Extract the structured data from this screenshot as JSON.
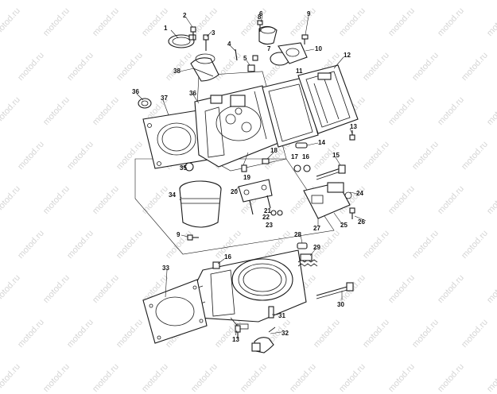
{
  "watermark": {
    "text": "motod.ru",
    "color": "#d6d6d6"
  },
  "callouts": {
    "c1": "1",
    "c2": "2",
    "c3": "3",
    "c4": "4",
    "c5": "5",
    "c6": "6",
    "c7": "7",
    "c8": "8",
    "c9": "9",
    "c10": "10",
    "c11": "11",
    "c12": "12",
    "c13a": "13",
    "c13b": "13",
    "c14": "14",
    "c15": "15",
    "c16": "16",
    "c17": "17",
    "c18": "18",
    "c19": "19",
    "c20": "20",
    "c21": "21",
    "c22": "22",
    "c23": "23",
    "c24": "24",
    "c25": "25",
    "c26": "26",
    "c27": "27",
    "c28": "28",
    "c29": "29",
    "c30": "30",
    "c31": "31",
    "c32": "32",
    "c33": "33",
    "c34": "34",
    "c35": "35",
    "c36a": "36",
    "c36b": "36",
    "c37": "37",
    "c38": "38",
    "c9b": "9"
  }
}
